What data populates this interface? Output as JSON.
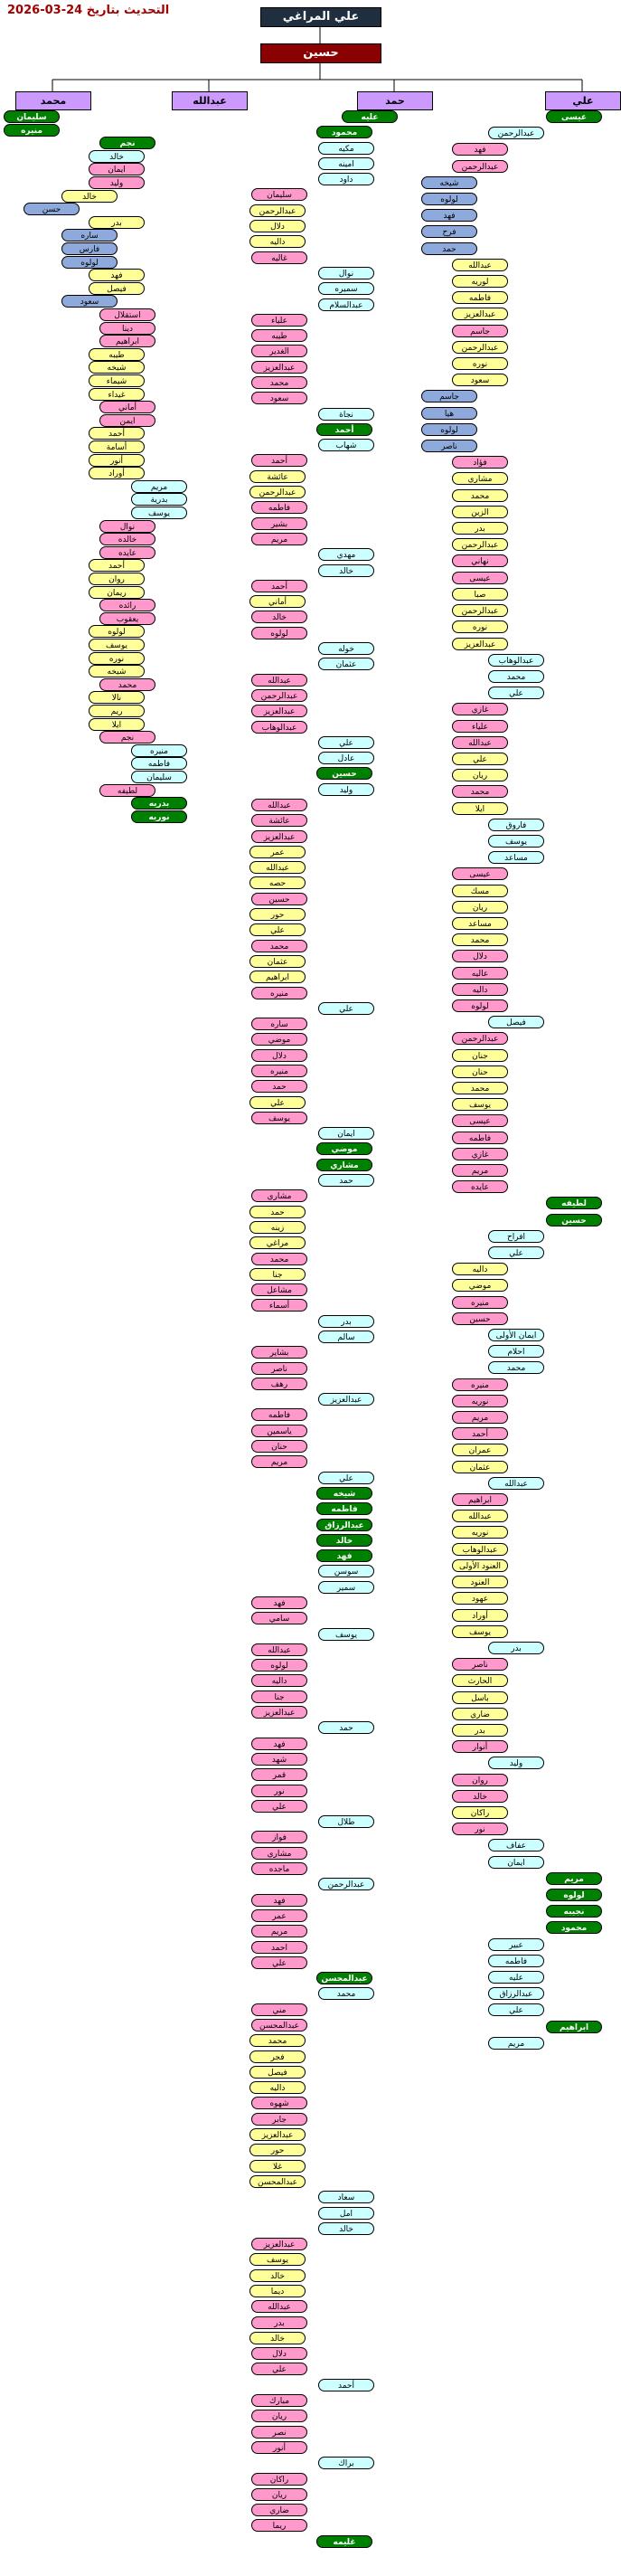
{
  "header": {
    "date": "التحديث بتاريخ 24-03-2026",
    "title": "علي المراغي",
    "root": "حسين"
  },
  "branches": [
    "محمد",
    "عبدالله",
    "حمد",
    "علي"
  ],
  "colors": {
    "green": "#008000",
    "pink": "#ff99cc",
    "yellow": "#ffff99",
    "cyan": "#ccffff",
    "blue": "#8ea9db",
    "section": "#cc99ff",
    "dark": "#1f2f3f",
    "root": "#8b0000"
  },
  "nodes": [
    [
      "محمد_c0",
      "سليمان",
      "g",
      0,
      0
    ],
    [
      "",
      "منيره",
      "g",
      0,
      0
    ],
    [
      "",
      "نجم",
      "g",
      1,
      1
    ],
    [
      "",
      "خالد",
      "c",
      2,
      1
    ],
    [
      "",
      "ايمان",
      "p",
      2,
      1
    ],
    [
      "",
      "وليد",
      "p",
      2,
      1
    ],
    [
      "",
      "خالد",
      "y",
      3,
      1
    ],
    [
      "",
      "حسن",
      "b",
      4,
      1
    ],
    [
      "",
      "بدر",
      "y",
      2,
      1
    ],
    [
      "",
      "ساره",
      "b",
      3,
      1
    ],
    [
      "",
      "فارس",
      "b",
      3,
      1
    ],
    [
      "",
      "لولوه",
      "b",
      3,
      1
    ],
    [
      "",
      "فهد",
      "y",
      2,
      1
    ],
    [
      "",
      "فيصل",
      "y",
      2,
      1
    ],
    [
      "",
      "سعود",
      "b",
      3,
      1
    ],
    [
      "",
      "استقلال",
      "p",
      1,
      1
    ],
    [
      "",
      "دينا",
      "p",
      1,
      1
    ],
    [
      "",
      "ابراهيم",
      "p",
      1,
      1
    ],
    [
      "",
      "طيبه",
      "y",
      2,
      1
    ],
    [
      "",
      "شيخه",
      "y",
      2,
      1
    ],
    [
      "",
      "شيماء",
      "y",
      2,
      1
    ],
    [
      "",
      "غيداء",
      "y",
      2,
      1
    ],
    [
      "",
      "أماني",
      "p",
      1,
      1
    ],
    [
      "",
      "ايمن",
      "p",
      1,
      1
    ],
    [
      "",
      "أحمد",
      "y",
      2,
      1
    ],
    [
      "",
      "أسامة",
      "y",
      2,
      1
    ],
    [
      "",
      "أنور",
      "y",
      2,
      1
    ],
    [
      "",
      "أوراد",
      "y",
      2,
      1
    ],
    [
      "",
      "مريم",
      "c",
      0,
      1
    ],
    [
      "",
      "بدرية",
      "c",
      0,
      1
    ],
    [
      "",
      "يوسف",
      "c",
      0,
      1
    ],
    [
      "",
      "نوال",
      "p",
      1,
      1
    ],
    [
      "",
      "خالده",
      "p",
      1,
      1
    ],
    [
      "",
      "عايده",
      "p",
      1,
      1
    ],
    [
      "",
      "أحمد",
      "y",
      2,
      1
    ],
    [
      "",
      "روان",
      "y",
      2,
      1
    ],
    [
      "",
      "ريمان",
      "y",
      2,
      1
    ],
    [
      "",
      "رائده",
      "p",
      1,
      1
    ],
    [
      "",
      "يعقوب",
      "p",
      1,
      1
    ],
    [
      "",
      "لولوه",
      "y",
      2,
      1
    ],
    [
      "",
      "يوسف",
      "y",
      2,
      1
    ],
    [
      "",
      "نوره",
      "y",
      2,
      1
    ],
    [
      "",
      "شيخه",
      "y",
      2,
      1
    ],
    [
      "",
      "محمد",
      "p",
      1,
      1
    ],
    [
      "",
      "نالا",
      "y",
      2,
      1
    ],
    [
      "",
      "ريم",
      "y",
      2,
      1
    ],
    [
      "",
      "ايلا",
      "y",
      2,
      1
    ],
    [
      "",
      "نجم",
      "p",
      1,
      1
    ],
    [
      "",
      "منيره",
      "c",
      0,
      1
    ],
    [
      "",
      "فاطمه",
      "c",
      0,
      1
    ],
    [
      "",
      "سليمان",
      "c",
      0,
      1
    ],
    [
      "",
      "لطيفه",
      "p",
      1,
      1
    ],
    [
      "",
      "بدريه",
      "g",
      0,
      1
    ],
    [
      "",
      "نوريه",
      "g",
      0,
      1
    ]
  ],
  "col2": [
    [
      "عليه",
      "g",
      0
    ],
    [
      "محمود",
      "g",
      1
    ],
    [
      "مكيه",
      "c",
      2
    ],
    [
      "امينه",
      "c",
      2
    ],
    [
      "داود",
      "c",
      2
    ],
    [
      "سليمان",
      "p",
      3
    ],
    [
      "عبدالرحمن",
      "y",
      4
    ],
    [
      "دلال",
      "y",
      4
    ],
    [
      "داليه",
      "y",
      4
    ],
    [
      "غاليه",
      "p",
      3
    ],
    [
      "نوال",
      "c",
      2
    ],
    [
      "سميره",
      "c",
      2
    ],
    [
      "عبدالسلام",
      "c",
      2
    ],
    [
      "علياء",
      "p",
      3
    ],
    [
      "طيبه",
      "p",
      3
    ],
    [
      "الغدير",
      "p",
      3
    ],
    [
      "عبدالعزيز",
      "p",
      3
    ],
    [
      "محمد",
      "p",
      3
    ],
    [
      "سعود",
      "p",
      3
    ],
    [
      "نجاة",
      "c",
      2
    ],
    [
      "أحمد",
      "g",
      1
    ],
    [
      "شهاب",
      "c",
      2
    ],
    [
      "أحمد",
      "p",
      3
    ],
    [
      "عائشة",
      "y",
      4
    ],
    [
      "عبدالرحمن",
      "y",
      4
    ],
    [
      "فاطمه",
      "p",
      3
    ],
    [
      "بشير",
      "p",
      3
    ],
    [
      "مريم",
      "p",
      3
    ],
    [
      "مهدي",
      "c",
      2
    ],
    [
      "خالد",
      "c",
      2
    ],
    [
      "أحمد",
      "p",
      3
    ],
    [
      "أماني",
      "y",
      4
    ],
    [
      "خالد",
      "p",
      3
    ],
    [
      "لولوه",
      "p",
      3
    ],
    [
      "خوله",
      "c",
      2
    ],
    [
      "عثمان",
      "c",
      2
    ],
    [
      "عبدالله",
      "p",
      3
    ],
    [
      "عبدالرحمن",
      "p",
      3
    ],
    [
      "عبدالعزيز",
      "p",
      3
    ],
    [
      "عبدالوهاب",
      "p",
      3
    ],
    [
      "علي",
      "c",
      2
    ],
    [
      "عادل",
      "c",
      2
    ],
    [
      "حسين",
      "g",
      1
    ],
    [
      "وليد",
      "c",
      2
    ],
    [
      "عبدالله",
      "p",
      3
    ],
    [
      "عائشة",
      "p",
      3
    ],
    [
      "عبدالعزيز",
      "p",
      3
    ],
    [
      "عمر",
      "y",
      4
    ],
    [
      "عبدالله",
      "y",
      4
    ],
    [
      "حصه",
      "y",
      4
    ],
    [
      "حسين",
      "p",
      3
    ],
    [
      "حور",
      "y",
      4
    ],
    [
      "علي",
      "y",
      4
    ],
    [
      "محمد",
      "p",
      3
    ],
    [
      "عثمان",
      "y",
      4
    ],
    [
      "ابراهيم",
      "y",
      4
    ],
    [
      "منيره",
      "p",
      3
    ],
    [
      "علي",
      "c",
      2
    ],
    [
      "ساره",
      "p",
      3
    ],
    [
      "موضي",
      "p",
      3
    ],
    [
      "دلال",
      "p",
      3
    ],
    [
      "منيره",
      "p",
      3
    ],
    [
      "حمد",
      "p",
      3
    ],
    [
      "علي",
      "y",
      4
    ],
    [
      "يوسف",
      "p",
      3
    ],
    [
      "ايمان",
      "c",
      2
    ],
    [
      "موضي",
      "g",
      1
    ],
    [
      "مشاري",
      "g",
      1
    ],
    [
      "حمد",
      "c",
      2
    ],
    [
      "مشاري",
      "p",
      3
    ],
    [
      "حمد",
      "y",
      4
    ],
    [
      "زينه",
      "y",
      4
    ],
    [
      "مراغي",
      "y",
      4
    ],
    [
      "محمد",
      "p",
      3
    ],
    [
      "جنا",
      "y",
      4
    ],
    [
      "مشاعل",
      "p",
      3
    ],
    [
      "أسماء",
      "p",
      3
    ],
    [
      "بدر",
      "c",
      2
    ],
    [
      "سالم",
      "c",
      2
    ],
    [
      "بشاير",
      "p",
      3
    ],
    [
      "ناصر",
      "p",
      3
    ],
    [
      "رهف",
      "p",
      3
    ],
    [
      "عبدالعزيز",
      "c",
      2
    ],
    [
      "فاطمه",
      "p",
      3
    ],
    [
      "ياسمين",
      "p",
      3
    ],
    [
      "حنان",
      "p",
      3
    ],
    [
      "مريم",
      "p",
      3
    ],
    [
      "علي",
      "c",
      2
    ],
    [
      "شيخه",
      "g",
      1
    ],
    [
      "فاطمه",
      "g",
      1
    ],
    [
      "عبدالرزاق",
      "g",
      1
    ],
    [
      "خالد",
      "g",
      1
    ],
    [
      "فهد",
      "g",
      1
    ],
    [
      "سوسن",
      "c",
      2
    ],
    [
      "سمير",
      "c",
      2
    ],
    [
      "فهد",
      "p",
      3
    ],
    [
      "سامي",
      "p",
      3
    ],
    [
      "يوسف",
      "c",
      2
    ],
    [
      "عبدالله",
      "p",
      3
    ],
    [
      "لولوه",
      "p",
      3
    ],
    [
      "داليه",
      "p",
      3
    ],
    [
      "جنا",
      "p",
      3
    ],
    [
      "عبدالعزيز",
      "p",
      3
    ],
    [
      "حمد",
      "c",
      2
    ],
    [
      "فهد",
      "p",
      3
    ],
    [
      "شهد",
      "p",
      3
    ],
    [
      "قمر",
      "p",
      3
    ],
    [
      "نور",
      "p",
      3
    ],
    [
      "علي",
      "p",
      3
    ],
    [
      "طلال",
      "c",
      2
    ],
    [
      "فواز",
      "p",
      3
    ],
    [
      "مشاري",
      "p",
      3
    ],
    [
      "ماجده",
      "p",
      3
    ],
    [
      "عبدالرحمن",
      "c",
      2
    ],
    [
      "فهد",
      "p",
      3
    ],
    [
      "عمر",
      "p",
      3
    ],
    [
      "مريم",
      "p",
      3
    ],
    [
      "احمد",
      "p",
      3
    ],
    [
      "علي",
      "p",
      3
    ],
    [
      "عبدالمحسن",
      "g",
      1
    ],
    [
      "محمد",
      "c",
      2
    ],
    [
      "مني",
      "p",
      3
    ],
    [
      "عبدالمحسن",
      "p",
      3
    ],
    [
      "محمد",
      "y",
      4
    ],
    [
      "فجر",
      "y",
      4
    ],
    [
      "فيصل",
      "y",
      4
    ],
    [
      "داليه",
      "y",
      4
    ],
    [
      "شهوه",
      "p",
      3
    ],
    [
      "جابر",
      "p",
      3
    ],
    [
      "عبدالعزيز",
      "y",
      4
    ],
    [
      "حور",
      "y",
      4
    ],
    [
      "غلا",
      "y",
      4
    ],
    [
      "عبدالمحسن",
      "y",
      4
    ],
    [
      "سعاد",
      "c",
      2
    ],
    [
      "امل",
      "c",
      2
    ],
    [
      "خالد",
      "c",
      2
    ],
    [
      "عبدالعزيز",
      "p",
      3
    ],
    [
      "يوسف",
      "y",
      4
    ],
    [
      "خالد",
      "y",
      4
    ],
    [
      "ديما",
      "y",
      4
    ],
    [
      "عبدالله",
      "p",
      3
    ],
    [
      "بدر",
      "p",
      3
    ],
    [
      "خالد",
      "y",
      4
    ],
    [
      "دلال",
      "p",
      3
    ],
    [
      "علي",
      "p",
      3
    ],
    [
      "أحمد",
      "c",
      2
    ],
    [
      "مبارك",
      "p",
      3
    ],
    [
      "ريان",
      "p",
      3
    ],
    [
      "نصر",
      "p",
      3
    ],
    [
      "أنور",
      "p",
      3
    ],
    [
      "براك",
      "c",
      2
    ],
    [
      "راكان",
      "p",
      3
    ],
    [
      "ريان",
      "p",
      3
    ],
    [
      "ضاري",
      "p",
      3
    ],
    [
      "ريما",
      "p",
      3
    ],
    [
      "غليمه",
      "g",
      1
    ]
  ],
  "col3": [
    [
      "عيسى",
      "g",
      0
    ],
    [
      "عبدالرحمن",
      "c",
      1
    ],
    [
      "فهد",
      "p",
      2
    ],
    [
      "عبدالرحمن",
      "p",
      2
    ],
    [
      "شيخه",
      "b",
      3
    ],
    [
      "لولوه",
      "b",
      3
    ],
    [
      "فهد",
      "b",
      3
    ],
    [
      "فرح",
      "b",
      3
    ],
    [
      "حمد",
      "b",
      3
    ],
    [
      "عبدالله",
      "y",
      4
    ],
    [
      "لوريه",
      "y",
      4
    ],
    [
      "فاطمه",
      "y",
      4
    ],
    [
      "عبدالعزيز",
      "y",
      4
    ],
    [
      "جاسم",
      "p",
      2
    ],
    [
      "عبدالرحمن",
      "y",
      4
    ],
    [
      "نوره",
      "y",
      4
    ],
    [
      "سعود",
      "y",
      4
    ],
    [
      "جاسم",
      "b",
      3
    ],
    [
      "هيا",
      "b",
      3
    ],
    [
      "لولوه",
      "b",
      3
    ],
    [
      "ناصر",
      "b",
      3
    ],
    [
      "فؤاد",
      "p",
      2
    ],
    [
      "مشاري",
      "y",
      4
    ],
    [
      "محمد",
      "y",
      4
    ],
    [
      "الزين",
      "y",
      4
    ],
    [
      "بدر",
      "y",
      4
    ],
    [
      "عبدالرحمن",
      "y",
      4
    ],
    [
      "نهاني",
      "p",
      2
    ],
    [
      "عيسى",
      "p",
      2
    ],
    [
      "صبا",
      "y",
      4
    ],
    [
      "عبدالرحمن",
      "y",
      4
    ],
    [
      "نوره",
      "y",
      4
    ],
    [
      "عبدالعزيز",
      "y",
      4
    ],
    [
      "عبدالوهاب",
      "c",
      1
    ],
    [
      "محمد",
      "c",
      1
    ],
    [
      "علي",
      "c",
      1
    ],
    [
      "غازي",
      "p",
      2
    ],
    [
      "علياء",
      "p",
      2
    ],
    [
      "عبدالله",
      "p",
      2
    ],
    [
      "علي",
      "y",
      4
    ],
    [
      "ريان",
      "y",
      4
    ],
    [
      "محمد",
      "p",
      2
    ],
    [
      "ايلا",
      "y",
      4
    ],
    [
      "فاروق",
      "c",
      1
    ],
    [
      "يوسف",
      "c",
      1
    ],
    [
      "مساعد",
      "c",
      1
    ],
    [
      "عيسى",
      "p",
      2
    ],
    [
      "مسك",
      "y",
      4
    ],
    [
      "ريان",
      "y",
      4
    ],
    [
      "مساعد",
      "y",
      4
    ],
    [
      "محمد",
      "y",
      4
    ],
    [
      "دلال",
      "p",
      2
    ],
    [
      "عاليه",
      "p",
      2
    ],
    [
      "داليه",
      "p",
      2
    ],
    [
      "لولوه",
      "p",
      2
    ],
    [
      "فيصل",
      "c",
      1
    ],
    [
      "عبدالرحمن",
      "p",
      2
    ],
    [
      "جنان",
      "y",
      4
    ],
    [
      "حنان",
      "y",
      4
    ],
    [
      "محمد",
      "y",
      4
    ],
    [
      "يوسف",
      "y",
      4
    ],
    [
      "عيسى",
      "p",
      2
    ],
    [
      "فاطمه",
      "p",
      2
    ],
    [
      "غازي",
      "p",
      2
    ],
    [
      "مريم",
      "p",
      2
    ],
    [
      "عايده",
      "p",
      2
    ],
    [
      "لطيفه",
      "g",
      0
    ],
    [
      "حسين",
      "g",
      0
    ],
    [
      "افراح",
      "c",
      1
    ],
    [
      "علي",
      "c",
      1
    ],
    [
      "داليه",
      "y",
      4
    ],
    [
      "موضي",
      "y",
      4
    ],
    [
      "منيره",
      "p",
      2
    ],
    [
      "حسين",
      "p",
      2
    ],
    [
      "ايمان الأولى",
      "c",
      1
    ],
    [
      "احلام",
      "c",
      1
    ],
    [
      "محمد",
      "c",
      1
    ],
    [
      "منيره",
      "p",
      2
    ],
    [
      "نوريه",
      "p",
      2
    ],
    [
      "مريم",
      "p",
      2
    ],
    [
      "أحمد",
      "p",
      2
    ],
    [
      "عمران",
      "y",
      4
    ],
    [
      "عثمان",
      "y",
      4
    ],
    [
      "عبدالله",
      "c",
      1
    ],
    [
      "ابراهيم",
      "p",
      2
    ],
    [
      "عبدالله",
      "y",
      4
    ],
    [
      "نوريه",
      "y",
      4
    ],
    [
      "عبدالوهاب",
      "y",
      4
    ],
    [
      "العنود الأولى",
      "y",
      4
    ],
    [
      "العنود",
      "y",
      4
    ],
    [
      "عهود",
      "y",
      4
    ],
    [
      "أوراد",
      "y",
      4
    ],
    [
      "يوسف",
      "y",
      4
    ],
    [
      "بدر",
      "c",
      1
    ],
    [
      "ناصر",
      "p",
      2
    ],
    [
      "الحارث",
      "y",
      4
    ],
    [
      "باسل",
      "y",
      4
    ],
    [
      "ضاري",
      "y",
      4
    ],
    [
      "بدر",
      "y",
      4
    ],
    [
      "أنوار",
      "p",
      2
    ],
    [
      "وليد",
      "c",
      1
    ],
    [
      "روان",
      "p",
      2
    ],
    [
      "خالد",
      "p",
      2
    ],
    [
      "راكان",
      "y",
      4
    ],
    [
      "نور",
      "p",
      2
    ],
    [
      "عفاف",
      "c",
      1
    ],
    [
      "ايمان",
      "c",
      1
    ],
    [
      "مريم",
      "g",
      0
    ],
    [
      "لولوه",
      "g",
      0
    ],
    [
      "نجيبه",
      "g",
      0
    ],
    [
      "محمود",
      "g",
      0
    ],
    [
      "عبير",
      "c",
      1
    ],
    [
      "فاطمه",
      "c",
      1
    ],
    [
      "عليه",
      "c",
      1
    ],
    [
      "عبدالرزاق",
      "c",
      1
    ],
    [
      "علي",
      "c",
      1
    ],
    [
      "ابراهيم",
      "g",
      0
    ],
    [
      "مريم",
      "c",
      1
    ]
  ]
}
